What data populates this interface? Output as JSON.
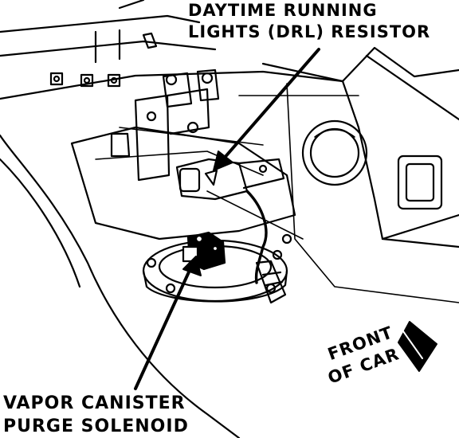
{
  "labels": {
    "drl_line1": "DAYTIME RUNNING",
    "drl_line2": "LIGHTS (DRL) RESISTOR",
    "vapor_line1": "VAPOR CANISTER",
    "vapor_line2": "PURGE SOLENOID",
    "front_line1": "FRONT",
    "front_line2": "OF CAR"
  },
  "colors": {
    "ink": "#000000",
    "paper": "#ffffff"
  },
  "icons": {
    "direction": "front-of-car-arrow-icon"
  }
}
